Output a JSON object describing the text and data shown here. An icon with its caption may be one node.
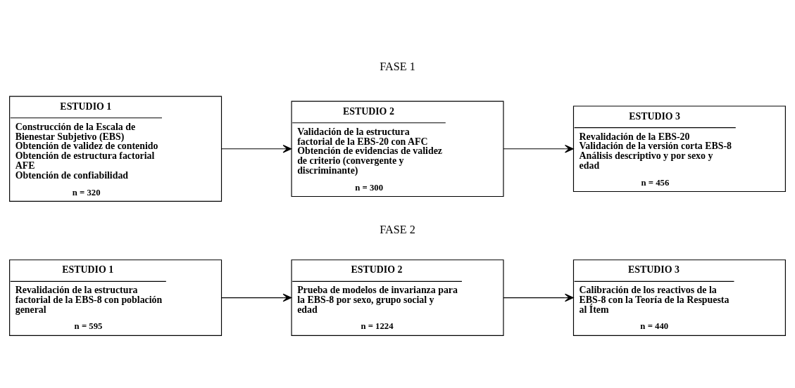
{
  "diagram": {
    "nodes": [
      {
        "text": [
          "ESTUDIO 1",
          "Construcción de la Escala de Bienestar Subjetivo (EBS)",
          "Obtención de validez de contenido",
          "Obtención de estructura factorial AFE",
          "Obtención de confiabilidad",
          "n = 320"
        ]
      },
      {
        "text": [
          "ESTUDIO 2",
          "Validación de la estructura factorial de la EBS-20 con AFC",
          "Obtención de evidencias de validez de criterio (convergente y discriminante)",
          "n = 300"
        ]
      },
      {
        "text": [
          "ESTUDIO 3",
          "Revalidación de la EBS-20",
          "Validación de la versión corta EBS-8",
          "Análisis descriptivo y por sexo y edad",
          "n = 456"
        ]
      },
      {
        "text": [
          "ESTUDIO 1",
          "Revalidación de la estructura factorial de la EBS-8 con población general",
          "n = 595"
        ]
      },
      {
        "text": [
          "ESTUDIO 2",
          "Prueba de modelos de invarianza para la EBS-8 por sexo, grupo social y edad",
          "n = 1224"
        ]
      },
      {
        "text": [
          "ESTUDIO 3",
          "Calibración de los reactivos de la EBS-8 con la Teoría de la Respuesta al Ítem",
          "n = 440"
        ]
      }
    ],
    "edges": [
      {
        "from": 0,
        "to": 1,
        "arrow": "to"
      },
      {
        "from": 1,
        "to": 2,
        "arrow": "to"
      },
      {
        "from": 3,
        "to": 4,
        "arrow": "to"
      },
      {
        "from": 4,
        "to": 5,
        "arrow": "to"
      }
    ],
    "labels": [
      "FASE 1",
      "FASE 2"
    ]
  }
}
